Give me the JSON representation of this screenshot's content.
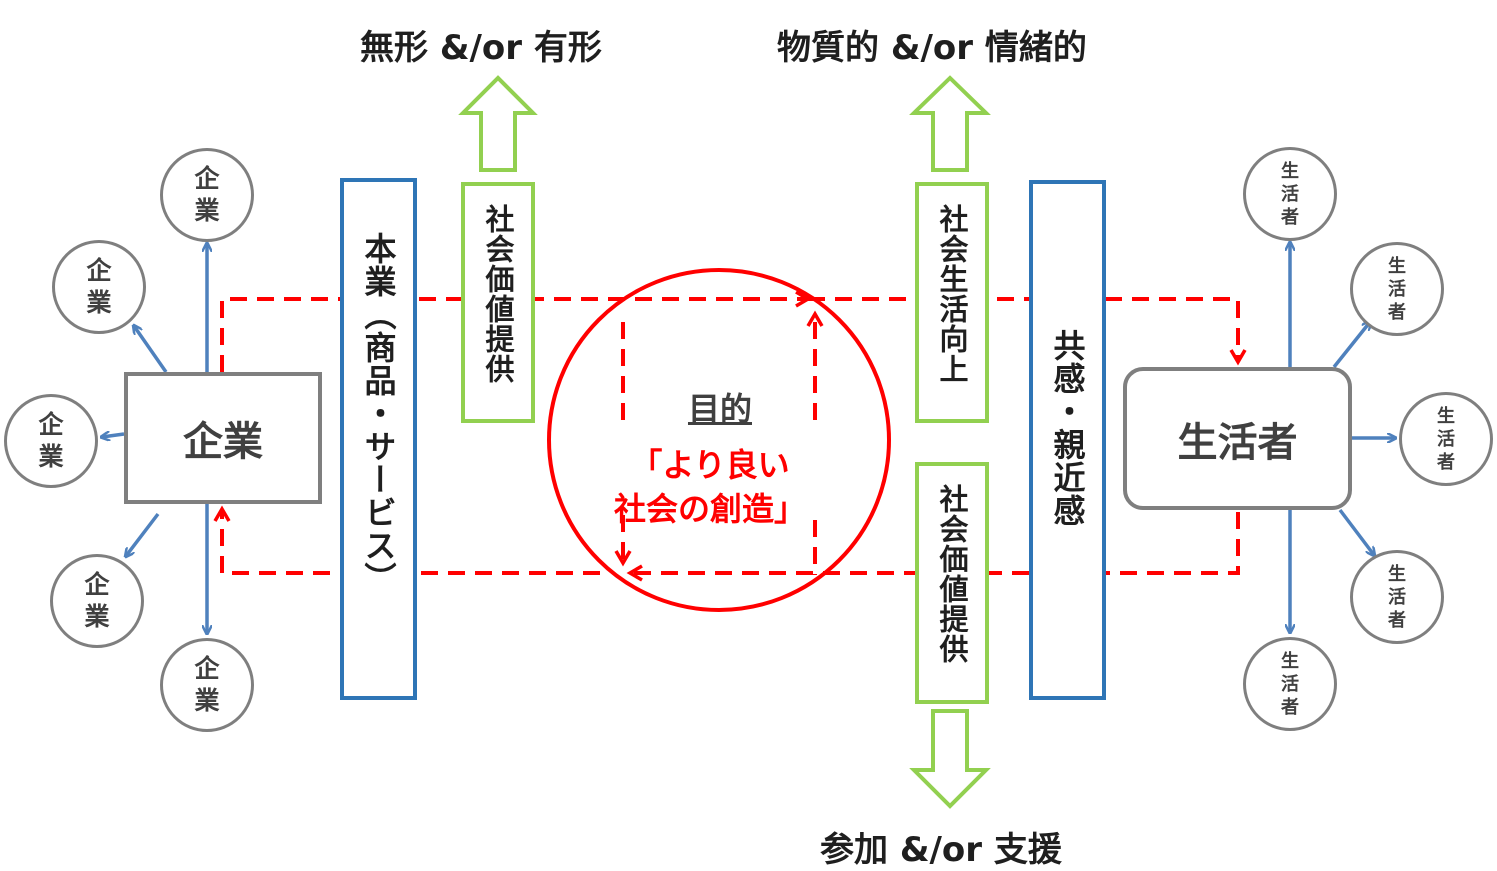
{
  "top_labels": {
    "left": "無形 &/or 有形",
    "right": "物質的 &/or 情緒的"
  },
  "bottom_label": "参加 &/or 支援",
  "company": {
    "main": "企業",
    "satellites": [
      "企業",
      "企業",
      "企業",
      "企業",
      "企業"
    ]
  },
  "consumer": {
    "main": "生活者",
    "satellites": [
      "生活者",
      "生活者",
      "生活者",
      "生活者",
      "生活者"
    ]
  },
  "pillars": {
    "core_business": "本業（商品・サービス）",
    "social_value_left": "社会価値提供",
    "social_life": "社会生活向上",
    "social_value_right": "社会価値提供",
    "empathy": "共感・親近感"
  },
  "purpose": {
    "heading": "目的",
    "line1": "「より良い",
    "line2": "社会の創造」"
  },
  "colors": {
    "red": "#ff0000",
    "blue": "#2e75b6",
    "green": "#92d050",
    "gray": "#7f7f7f",
    "arrow_blue": "#4f81bd"
  }
}
